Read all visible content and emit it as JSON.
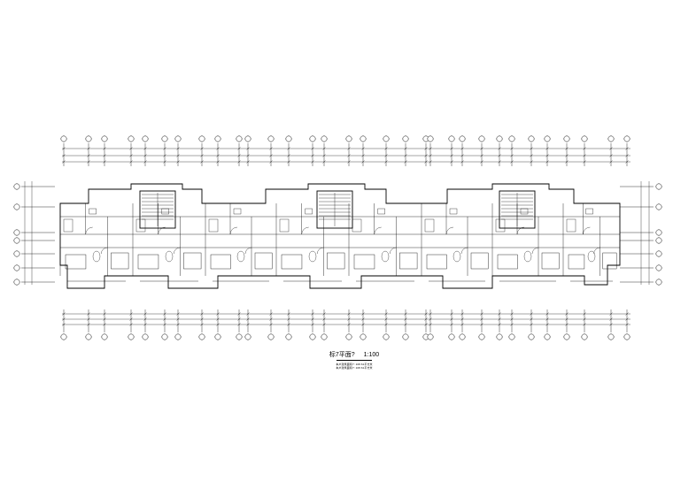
{
  "drawing": {
    "title": "标7平面?",
    "scale": "1:100",
    "notes": [
      "本户建筑面积?: 108.61平方米",
      "本户建筑面积?: 108.61平方米"
    ]
  }
}
